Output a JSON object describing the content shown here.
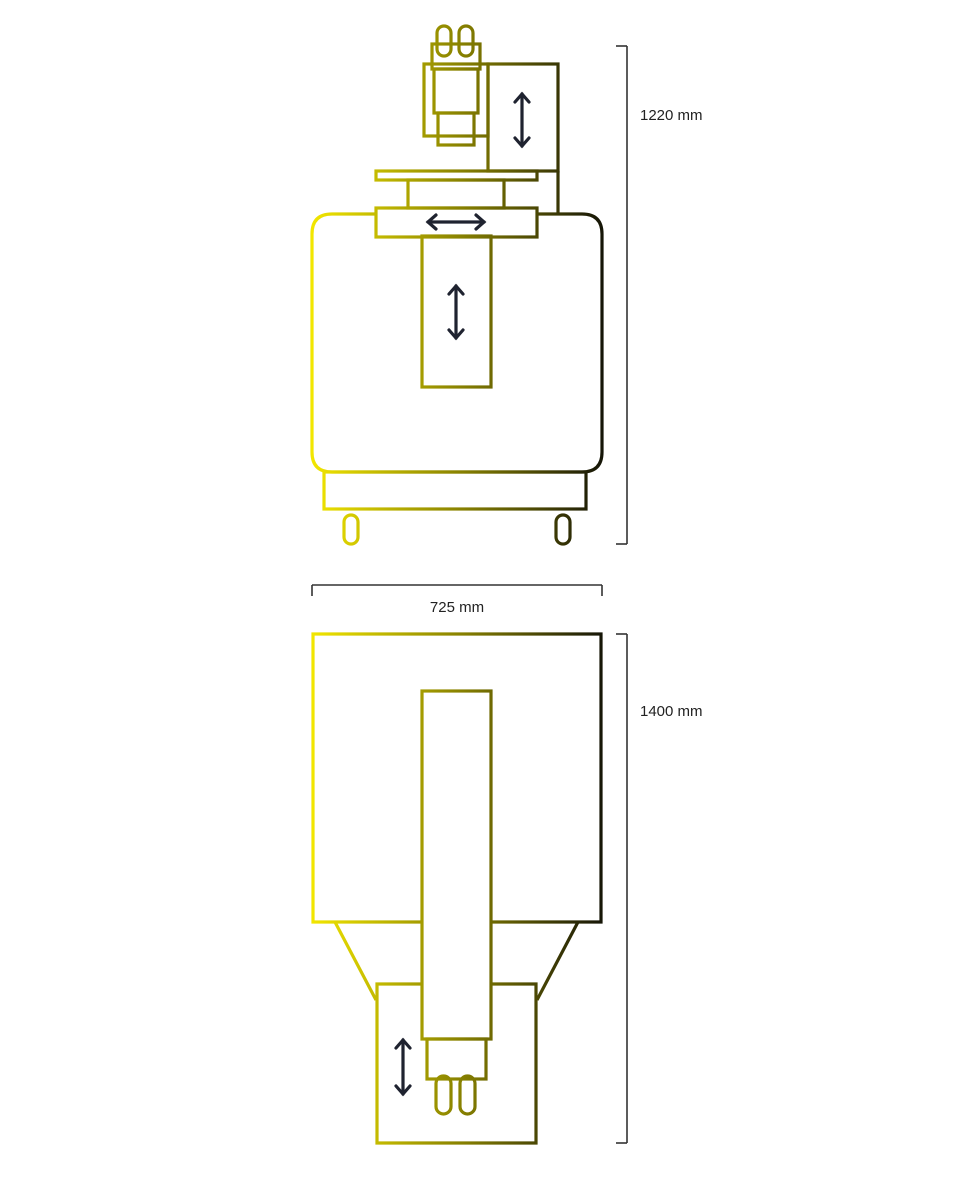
{
  "dimensions": {
    "side_height": "1220 mm",
    "width": "725 mm",
    "top_depth": "1400 mm"
  },
  "colors": {
    "yellow": "#f2e600",
    "olive": "#7a7400",
    "dark": "#171708",
    "arrow": "#1f2330",
    "dimension_line": "#333333"
  }
}
